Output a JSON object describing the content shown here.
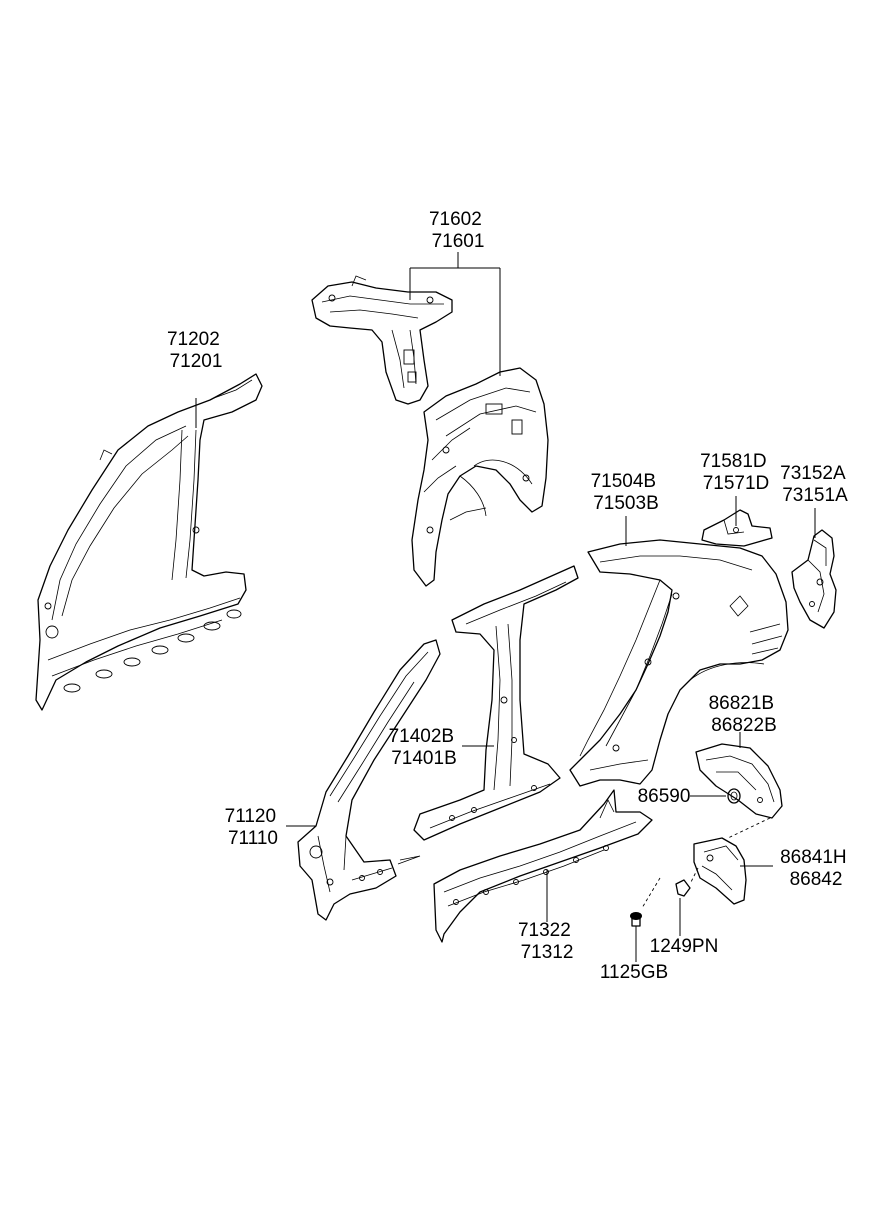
{
  "labels": [
    {
      "id": "l1",
      "lines": [
        "71602",
        "71601"
      ]
    },
    {
      "id": "l2",
      "lines": [
        "71202",
        "71201"
      ]
    },
    {
      "id": "l3",
      "lines": [
        "71504B",
        "71503B"
      ]
    },
    {
      "id": "l4",
      "lines": [
        "71581D",
        "71571D"
      ]
    },
    {
      "id": "l5",
      "lines": [
        "73152A",
        "73151A"
      ]
    },
    {
      "id": "l6",
      "lines": [
        "86821B",
        "86822B"
      ]
    },
    {
      "id": "l7",
      "lines": [
        "71402B",
        "71401B"
      ]
    },
    {
      "id": "l8",
      "lines": [
        "86590"
      ]
    },
    {
      "id": "l9",
      "lines": [
        "71120",
        "71110"
      ]
    },
    {
      "id": "l10",
      "lines": [
        "86841H",
        "86842"
      ]
    },
    {
      "id": "l11",
      "lines": [
        "71322",
        "71312"
      ]
    },
    {
      "id": "l12",
      "lines": [
        "1249PN"
      ]
    },
    {
      "id": "l13",
      "lines": [
        "1125GB"
      ]
    }
  ]
}
